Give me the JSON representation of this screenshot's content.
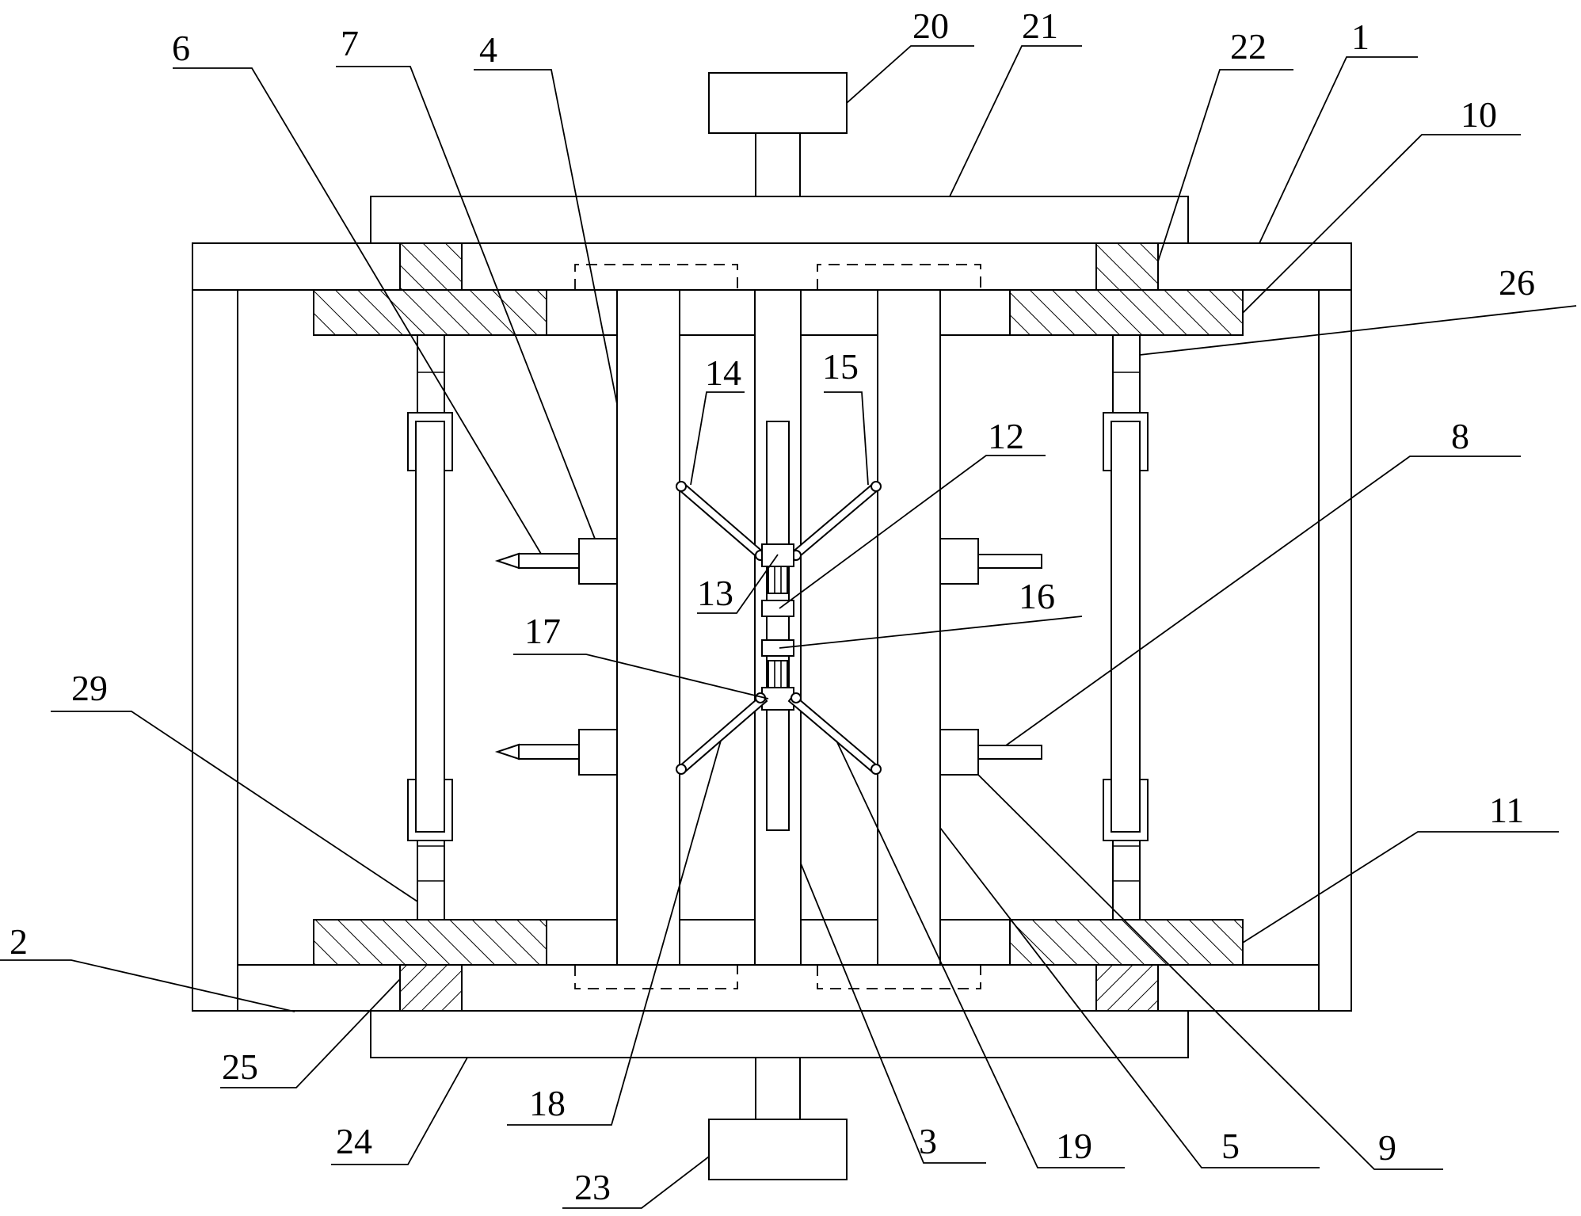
{
  "diagram": {
    "labels": {
      "l1": "1",
      "l2": "2",
      "l3": "3",
      "l4": "4",
      "l5": "5",
      "l6": "6",
      "l7": "7",
      "l8": "8",
      "l9": "9",
      "l10": "10",
      "l11": "11",
      "l12": "12",
      "l13": "13",
      "l14": "14",
      "l15": "15",
      "l16": "16",
      "l17": "17",
      "l18": "18",
      "l19": "19",
      "l20": "20",
      "l21": "21",
      "l22": "22",
      "l23": "23",
      "l24": "24",
      "l25": "25",
      "l26": "26",
      "l29": "29"
    }
  }
}
